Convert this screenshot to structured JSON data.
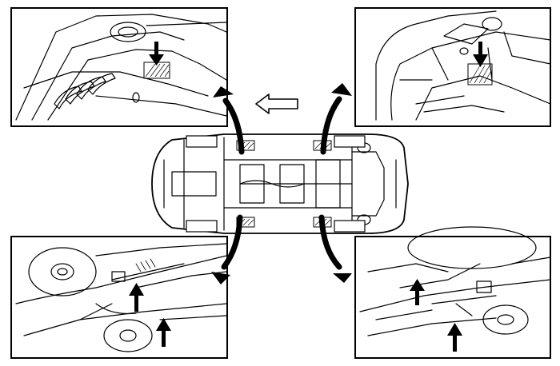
{
  "figure": {
    "panels": [
      {
        "id": "front-left-lift-point",
        "icon": "down-arrow-icon"
      },
      {
        "id": "rear-left-lift-point",
        "icon": "down-arrow-icon"
      },
      {
        "id": "front-right-lift-point",
        "icon": "up-arrow-icon"
      },
      {
        "id": "rear-right-lift-point",
        "icon": "up-arrow-icon"
      }
    ],
    "center": {
      "view": "vehicle-underbody",
      "direction_icon": "vehicle-front-direction-arrow-icon"
    },
    "colors": {
      "line": "#000000",
      "background": "#ffffff"
    }
  }
}
